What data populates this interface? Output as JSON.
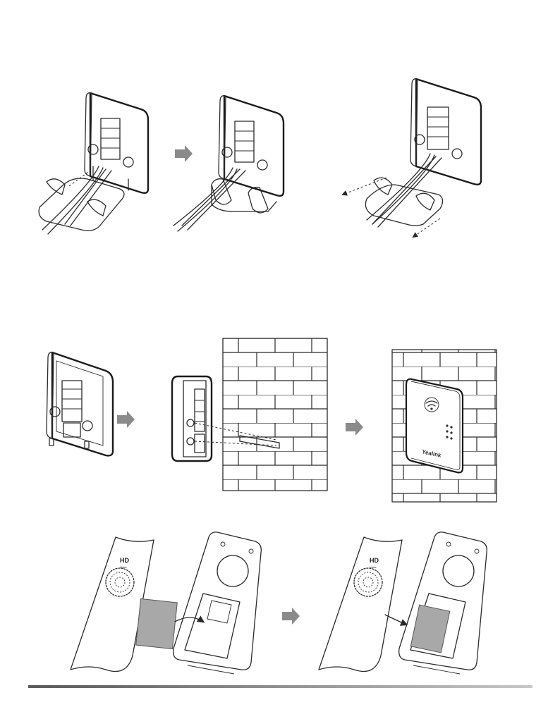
{
  "wall_device": {
    "brand_label": "Yealink"
  },
  "handset": {
    "hd_badge": "HD",
    "hd_sub": "Voice"
  },
  "colors": {
    "step_arrow": "#8a8a8a",
    "card": "#a8a8a8",
    "footer_bar_start": "#5a5a5a",
    "footer_bar_end": "#c8c8c8"
  }
}
